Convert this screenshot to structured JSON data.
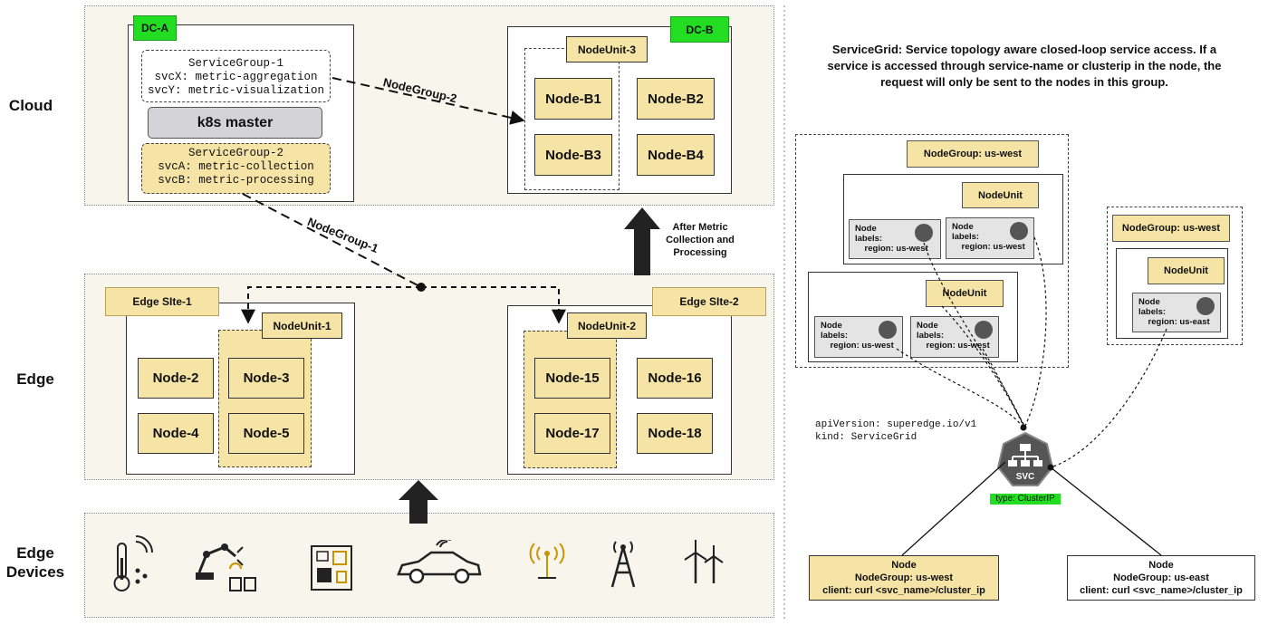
{
  "tiers": {
    "cloud": "Cloud",
    "edge": "Edge",
    "devices": "Edge\nDevices"
  },
  "dc_a": {
    "label": "DC-A",
    "sg1": {
      "title": "ServiceGroup-1",
      "svcx": "svcX: metric-aggregation",
      "svcy": "svcY: metric-visualization"
    },
    "master": "k8s master",
    "sg2": {
      "title": "ServiceGroup-2",
      "svca": "svcA: metric-collection",
      "svcb": "svcB: metric-processing"
    }
  },
  "dc_b": {
    "label": "DC-B",
    "nodeunit": "NodeUnit-3",
    "nodes": [
      "Node-B1",
      "Node-B2",
      "Node-B3",
      "Node-B4"
    ]
  },
  "links": {
    "ng2": "NodeGroup-2",
    "ng1": "NodeGroup-1"
  },
  "after_metric": "After Metric\nCollection and\nProcessing",
  "edge_site_1": {
    "label": "Edge SIte-1",
    "nodeunit": "NodeUnit-1",
    "nodes": [
      "Node-2",
      "Node-3",
      "Node-4",
      "Node-5"
    ]
  },
  "edge_site_2": {
    "label": "Edge SIte-2",
    "nodeunit": "NodeUnit-2",
    "nodes": [
      "Node-15",
      "Node-16",
      "Node-17",
      "Node-18"
    ]
  },
  "devices_icons": [
    "thermometer-icon",
    "robot-arm-icon",
    "circuit-board-icon",
    "car-icon",
    "antenna-icon",
    "cell-tower-icon",
    "wind-turbine-icon"
  ],
  "servicegrid": {
    "description": "ServiceGrid: Service topology aware closed-loop service access. If a service is accessed through service-name or clusterip in the node, the request will only be sent to the nodes in this group.",
    "ng_west_label": "NodeGroup: us-west",
    "ng_west2_label": "NodeGroup: us-west",
    "nodeunit_label": "NodeUnit",
    "label_west": "Node\nlabels:\n    region: us-west",
    "label_east": "Node\nlabels:\n    region: us-east",
    "yaml": "apiVersion: superedge.io/v1\nkind: ServiceGrid",
    "svc_text": "SVC",
    "svc_type": "type: ClusterIP",
    "client_west": "Node\nNodeGroup: us-west\nclient: curl <svc_name>/cluster_ip",
    "client_east": "Node\nNodeGroup: us-east\nclient: curl <svc_name>/cluster_ip"
  },
  "colors": {
    "green": "#22dd22",
    "yellow": "#f6e4a6",
    "region": "#f7f5ec"
  }
}
